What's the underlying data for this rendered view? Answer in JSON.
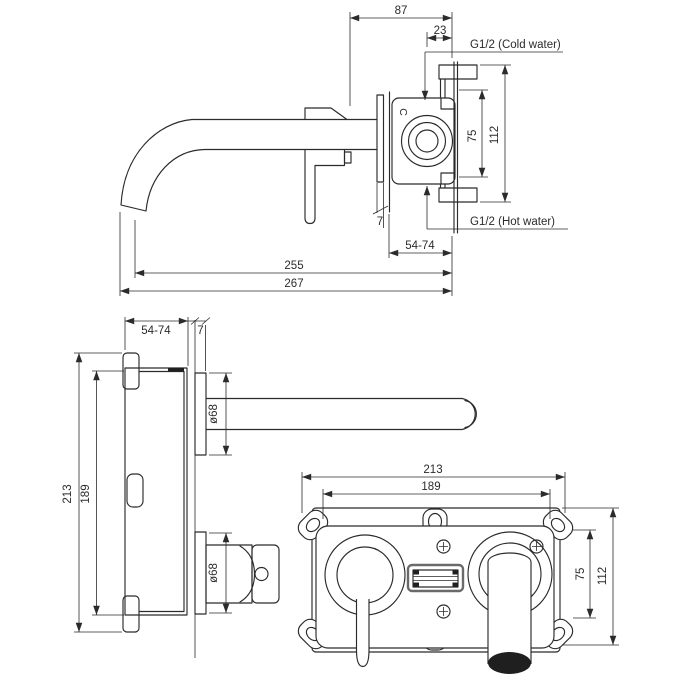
{
  "drawing": {
    "background": "#ffffff",
    "line_color": "#2b2b2b",
    "views": {
      "top": {
        "title": "faucet-side-section-view",
        "d87": "87",
        "d23": "23",
        "cold_label": "G1/2 (Cold water)",
        "hot_label": "G1/2 (Hot water)",
        "d75": "75",
        "d112": "112",
        "d7": "7",
        "d54_74": "54-74",
        "d255": "255",
        "d267": "267",
        "cartridge_letter": "C"
      },
      "middle": {
        "title": "faucet-wall-section-view",
        "d54_74": "54-74",
        "d7": "7",
        "d68_spout": "ø68",
        "d68_handle": "ø68",
        "d213": "213",
        "d189": "189"
      },
      "bottom": {
        "title": "rough-in-box-front-view",
        "d213": "213",
        "d189": "189",
        "d75": "75",
        "d112": "112"
      }
    }
  }
}
